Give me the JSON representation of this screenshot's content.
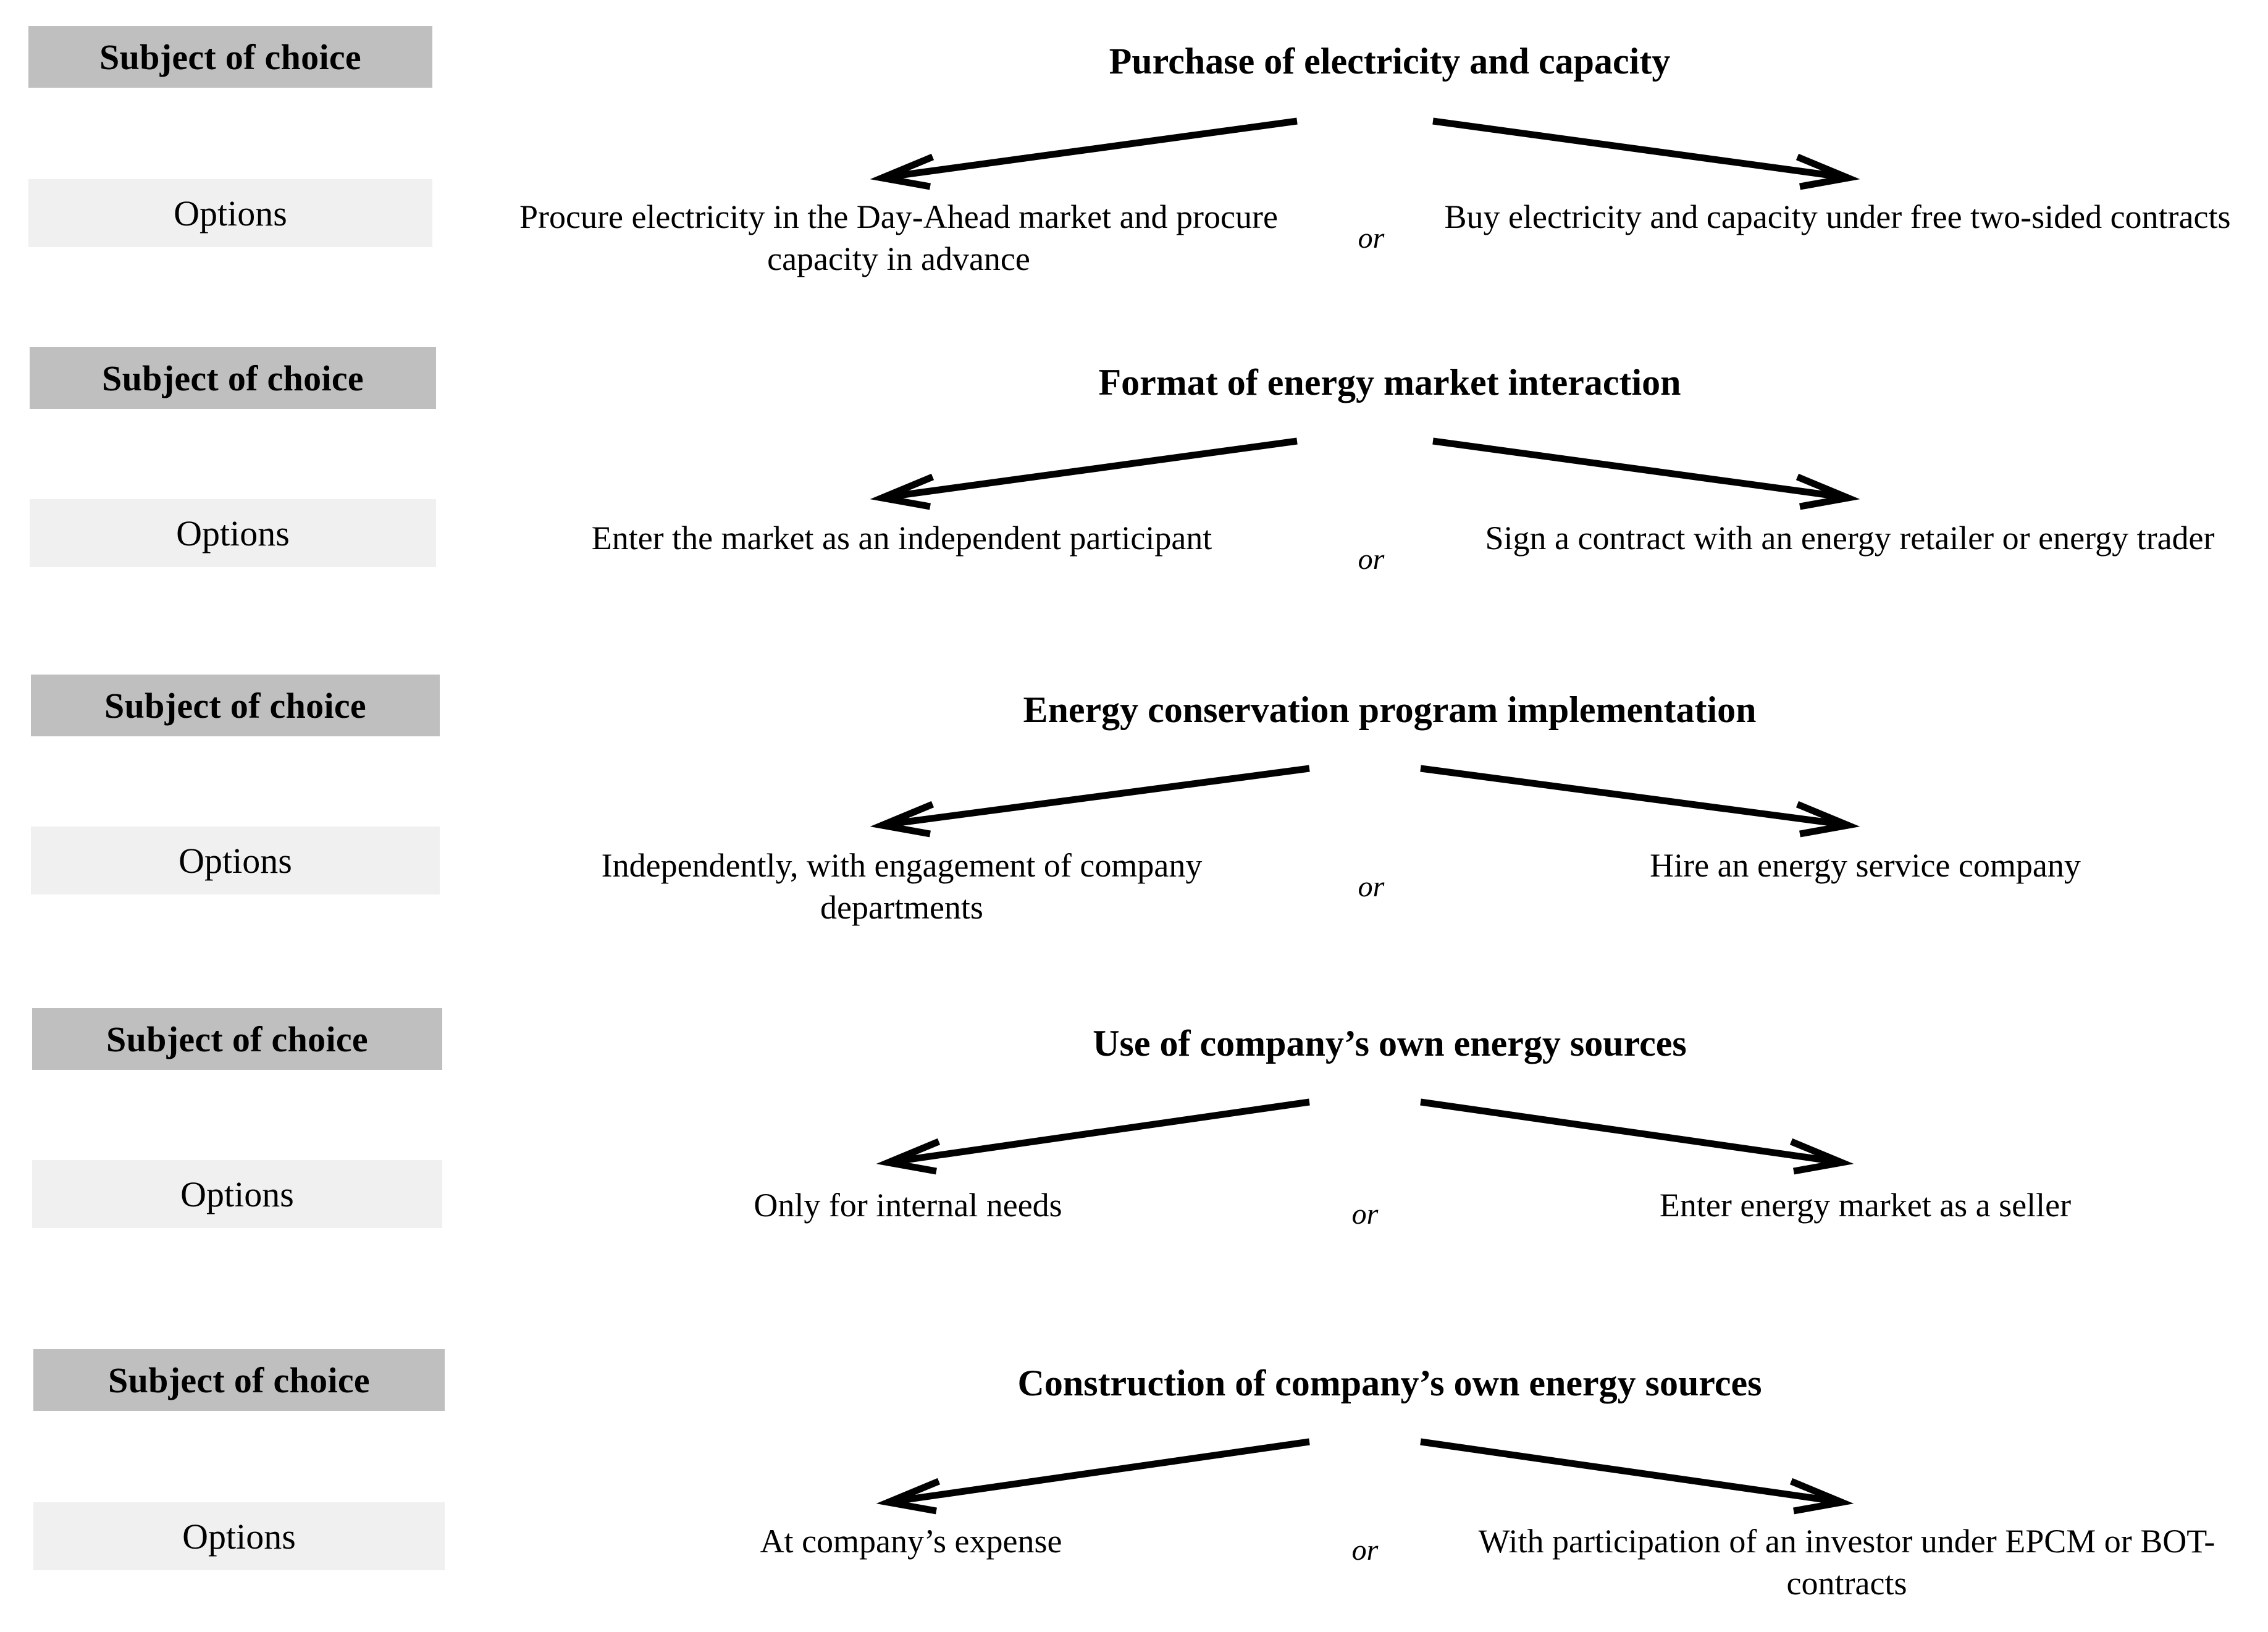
{
  "meta": {
    "label_subject": "Subject of choice",
    "label_options": "Options",
    "or_separator": "or",
    "colors": {
      "subject_bg": "#bfbfbf",
      "options_bg": "#f0f0f0",
      "text": "#000000",
      "arrow": "#000000",
      "page_bg": "#ffffff"
    }
  },
  "rows": [
    {
      "subject_label": "Subject of choice",
      "options_label": "Options",
      "title": "Purchase of electricity and capacity",
      "left_option": "Procure electricity in the Day-Ahead market and procure capacity in advance",
      "right_option": "Buy electricity and capacity under free two-sided contracts",
      "connector": "or"
    },
    {
      "subject_label": "Subject of choice",
      "options_label": "Options",
      "title": "Format of energy market interaction",
      "left_option": "Enter the market as an independent participant",
      "right_option": "Sign a contract with an energy retailer or energy trader",
      "connector": "or"
    },
    {
      "subject_label": "Subject of choice",
      "options_label": "Options",
      "title": "Energy conservation program implementation",
      "left_option": "Independently, with engagement of company departments",
      "right_option": "Hire an energy service company",
      "connector": "or"
    },
    {
      "subject_label": "Subject of choice",
      "options_label": "Options",
      "title": "Use of company’s own energy sources",
      "left_option": "Only for internal needs",
      "right_option": "Enter energy market as a seller",
      "connector": "or"
    },
    {
      "subject_label": "Subject of choice",
      "options_label": "Options",
      "title": "Construction of company’s own energy sources",
      "left_option": "At company’s expense",
      "right_option": "With participation of an investor under EPCM or BOT-contracts",
      "connector": "or"
    }
  ]
}
